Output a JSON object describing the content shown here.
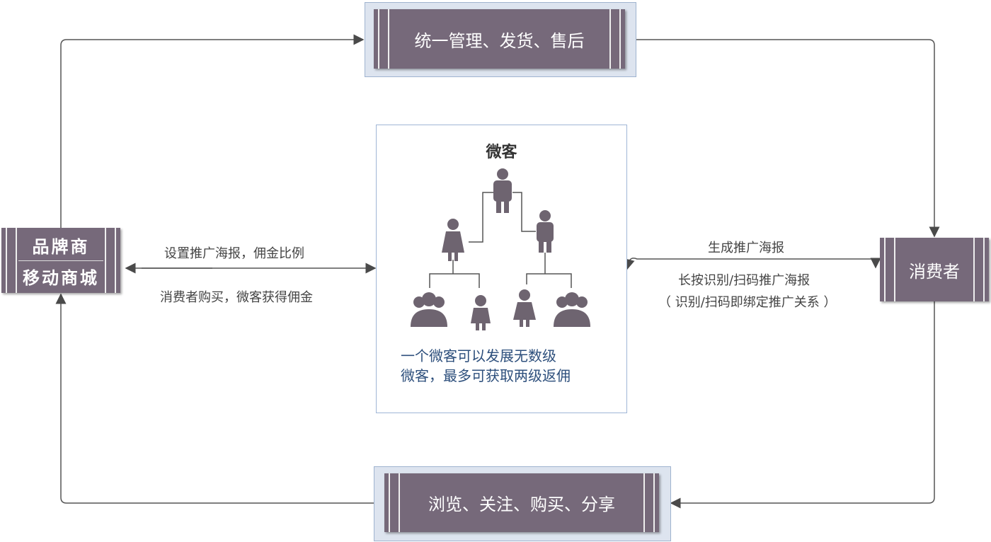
{
  "nodes": {
    "top": "统一管理、发货、售后",
    "brand_line1": "品牌商",
    "brand_line2": "移动商城",
    "consumer": "消费者",
    "bottom": "浏览、关注、购买、分享"
  },
  "center": {
    "title": "微客",
    "caption_line1": "一个微客可以发展无数级",
    "caption_line2": "微客，最多可获取两级返佣"
  },
  "edges": {
    "left_top": "设置推广海报，佣金比例",
    "left_bottom": "消费者购买，微客获得佣金",
    "right_top": "生成推广海报",
    "right_mid": "长按识别/扫码推广海报",
    "right_bottom": "（ 识别/扫码即绑定推广关系 ）"
  },
  "colors": {
    "node": "#76697a",
    "caption": "#2d4f7c",
    "people": "#6e6470"
  }
}
